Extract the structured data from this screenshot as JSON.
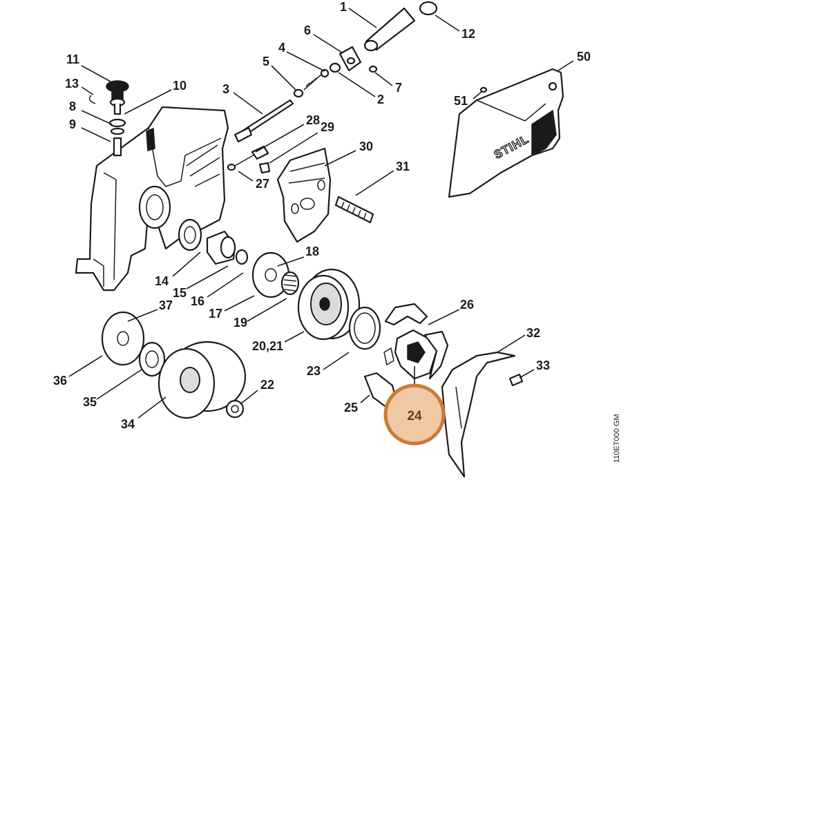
{
  "callouts": [
    {
      "id": "1",
      "label": "1"
    },
    {
      "id": "2",
      "label": "2"
    },
    {
      "id": "3",
      "label": "3"
    },
    {
      "id": "4",
      "label": "4"
    },
    {
      "id": "5",
      "label": "5"
    },
    {
      "id": "6",
      "label": "6"
    },
    {
      "id": "7",
      "label": "7"
    },
    {
      "id": "8",
      "label": "8"
    },
    {
      "id": "9",
      "label": "9"
    },
    {
      "id": "10",
      "label": "10"
    },
    {
      "id": "11",
      "label": "11"
    },
    {
      "id": "12",
      "label": "12"
    },
    {
      "id": "13",
      "label": "13"
    },
    {
      "id": "14",
      "label": "14"
    },
    {
      "id": "15",
      "label": "15"
    },
    {
      "id": "16",
      "label": "16"
    },
    {
      "id": "17",
      "label": "17"
    },
    {
      "id": "18",
      "label": "18"
    },
    {
      "id": "19",
      "label": "19"
    },
    {
      "id": "20_21",
      "label": "20,21"
    },
    {
      "id": "22",
      "label": "22"
    },
    {
      "id": "23",
      "label": "23"
    },
    {
      "id": "25",
      "label": "25"
    },
    {
      "id": "26",
      "label": "26"
    },
    {
      "id": "27",
      "label": "27"
    },
    {
      "id": "28",
      "label": "28"
    },
    {
      "id": "29",
      "label": "29"
    },
    {
      "id": "30",
      "label": "30"
    },
    {
      "id": "31",
      "label": "31"
    },
    {
      "id": "32",
      "label": "32"
    },
    {
      "id": "33",
      "label": "33"
    },
    {
      "id": "34",
      "label": "34"
    },
    {
      "id": "35",
      "label": "35"
    },
    {
      "id": "36",
      "label": "36"
    },
    {
      "id": "37",
      "label": "37"
    },
    {
      "id": "50",
      "label": "50"
    },
    {
      "id": "51",
      "label": "51"
    }
  ],
  "highlight": {
    "label": "24",
    "ring_color": "#cc7a35",
    "fill_color": "#f0c8a4"
  },
  "brand_text": "STIHL",
  "drawing_ref": "110ET000 GM"
}
